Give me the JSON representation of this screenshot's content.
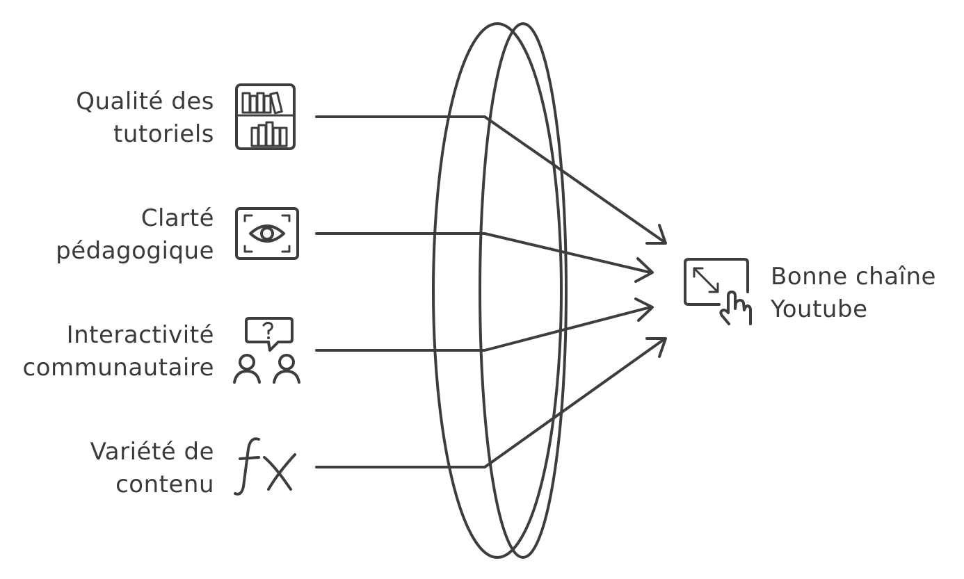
{
  "inputs": [
    {
      "line1": "Qualité des",
      "line2": "tutoriels",
      "icon": "bookshelf-icon"
    },
    {
      "line1": "Clarté",
      "line2": "pédagogique",
      "icon": "eye-scan-icon"
    },
    {
      "line1": "Interactivité",
      "line2": "communautaire",
      "icon": "community-question-icon"
    },
    {
      "line1": "Variété de",
      "line2": "contenu",
      "icon": "function-fx-icon"
    }
  ],
  "output": {
    "line1": "Bonne chaîne",
    "line2": "Youtube",
    "icon": "touch-screen-expand-icon"
  },
  "lens_icon": "lens-shape",
  "colors": {
    "stroke": "#3d3d3d",
    "text": "#3a3a3a",
    "background": "#ffffff"
  }
}
